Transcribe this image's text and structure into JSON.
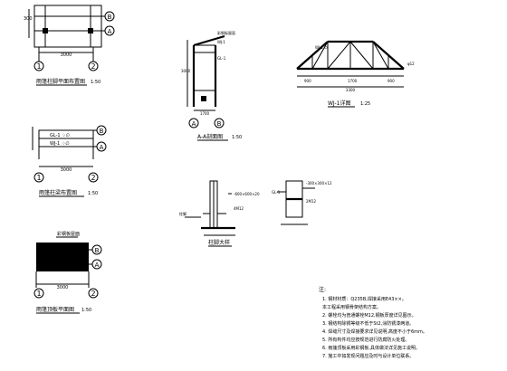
{
  "titles": {
    "plan1": "雨篷柱脚平面布置图",
    "plan1_scale": "1:50",
    "plan2": "雨篷柱梁布置图",
    "plan2_scale": "1:50",
    "plan3": "雨篷顶板平面图",
    "plan3_scale": "1:50",
    "section": "A-A剖面图",
    "section_scale": "1:50",
    "truss": "WJ-1详图",
    "truss_scale": "1:25",
    "footing": "柱脚大样"
  },
  "axes": {
    "num1": "1",
    "num2": "2",
    "letA": "A",
    "letB": "B"
  },
  "dims": {
    "d3000": "3000",
    "d1700": "1700",
    "d300": "300",
    "d900": "900",
    "d3300": "3300",
    "d600": "600"
  },
  "notes": {
    "heading": "注:",
    "items": [
      "1. 钢材材质：Q235B,焊接采用E43××。",
      "   本工程采用钢骨架结构方案。",
      "2. 螺栓均为普通螺栓M12,钢板厚度详见图示。",
      "3. 钢结构除锈等级不低于St2,涂防锈漆两道。",
      "4. 焊缝尺寸及焊接要求详见说明,高度不小于6mm。",
      "5. 所有构件均应按规范进行防腐防火处理。",
      "6. 雨篷顶板采用彩钢板,具体做法详见施工说明。",
      "7. 施工中如发现问题应及时与设计单位联系。"
    ]
  }
}
